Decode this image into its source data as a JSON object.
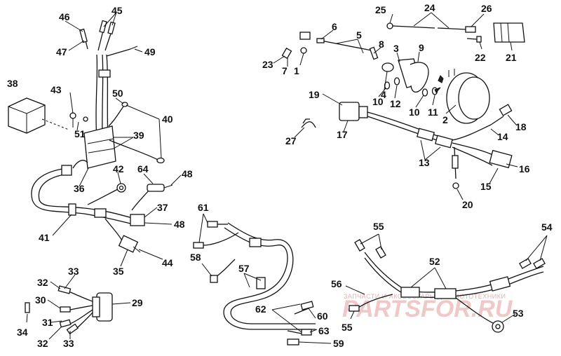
{
  "watermark": {
    "top_text": "ЗАПЧАСТИ И АКСЕССУАРЫ ДЛЯ МОТОТЕХНИКИ",
    "brand": "PARTSFOR.RU"
  },
  "callouts": [
    {
      "id": "c1",
      "label": "1"
    },
    {
      "id": "c2",
      "label": "2"
    },
    {
      "id": "c3",
      "label": "3"
    },
    {
      "id": "c4",
      "label": "4"
    },
    {
      "id": "c5",
      "label": "5"
    },
    {
      "id": "c6",
      "label": "6"
    },
    {
      "id": "c7",
      "label": "7"
    },
    {
      "id": "c8",
      "label": "8"
    },
    {
      "id": "c9",
      "label": "9"
    },
    {
      "id": "c10a",
      "label": "10"
    },
    {
      "id": "c10b",
      "label": "10"
    },
    {
      "id": "c11",
      "label": "11"
    },
    {
      "id": "c12",
      "label": "12"
    },
    {
      "id": "c13",
      "label": "13"
    },
    {
      "id": "c14",
      "label": "14"
    },
    {
      "id": "c15",
      "label": "15"
    },
    {
      "id": "c16",
      "label": "16"
    },
    {
      "id": "c17",
      "label": "17"
    },
    {
      "id": "c18",
      "label": "18"
    },
    {
      "id": "c19",
      "label": "19"
    },
    {
      "id": "c20",
      "label": "20"
    },
    {
      "id": "c21",
      "label": "21"
    },
    {
      "id": "c22",
      "label": "22"
    },
    {
      "id": "c23",
      "label": "23"
    },
    {
      "id": "c24",
      "label": "24"
    },
    {
      "id": "c25",
      "label": "25"
    },
    {
      "id": "c26",
      "label": "26"
    },
    {
      "id": "c27",
      "label": "27"
    },
    {
      "id": "c29",
      "label": "29"
    },
    {
      "id": "c30",
      "label": "30"
    },
    {
      "id": "c31",
      "label": "31"
    },
    {
      "id": "c32a",
      "label": "32"
    },
    {
      "id": "c32b",
      "label": "32"
    },
    {
      "id": "c33a",
      "label": "33"
    },
    {
      "id": "c33b",
      "label": "33"
    },
    {
      "id": "c34",
      "label": "34"
    },
    {
      "id": "c35",
      "label": "35"
    },
    {
      "id": "c36",
      "label": "36"
    },
    {
      "id": "c37",
      "label": "37"
    },
    {
      "id": "c38",
      "label": "38"
    },
    {
      "id": "c39",
      "label": "39"
    },
    {
      "id": "c40",
      "label": "40"
    },
    {
      "id": "c41",
      "label": "41"
    },
    {
      "id": "c42",
      "label": "42"
    },
    {
      "id": "c43",
      "label": "43"
    },
    {
      "id": "c44",
      "label": "44"
    },
    {
      "id": "c45",
      "label": "45"
    },
    {
      "id": "c46",
      "label": "46"
    },
    {
      "id": "c47",
      "label": "47"
    },
    {
      "id": "c48a",
      "label": "48"
    },
    {
      "id": "c48b",
      "label": "48"
    },
    {
      "id": "c49",
      "label": "49"
    },
    {
      "id": "c50",
      "label": "50"
    },
    {
      "id": "c51",
      "label": "51"
    },
    {
      "id": "c52",
      "label": "52"
    },
    {
      "id": "c53",
      "label": "53"
    },
    {
      "id": "c54",
      "label": "54"
    },
    {
      "id": "c55a",
      "label": "55"
    },
    {
      "id": "c55b",
      "label": "55"
    },
    {
      "id": "c56",
      "label": "56"
    },
    {
      "id": "c57",
      "label": "57"
    },
    {
      "id": "c58",
      "label": "58"
    },
    {
      "id": "c59",
      "label": "59"
    },
    {
      "id": "c60",
      "label": "60"
    },
    {
      "id": "c61",
      "label": "61"
    },
    {
      "id": "c62",
      "label": "62"
    },
    {
      "id": "c63",
      "label": "63"
    },
    {
      "id": "c64",
      "label": "64"
    }
  ]
}
